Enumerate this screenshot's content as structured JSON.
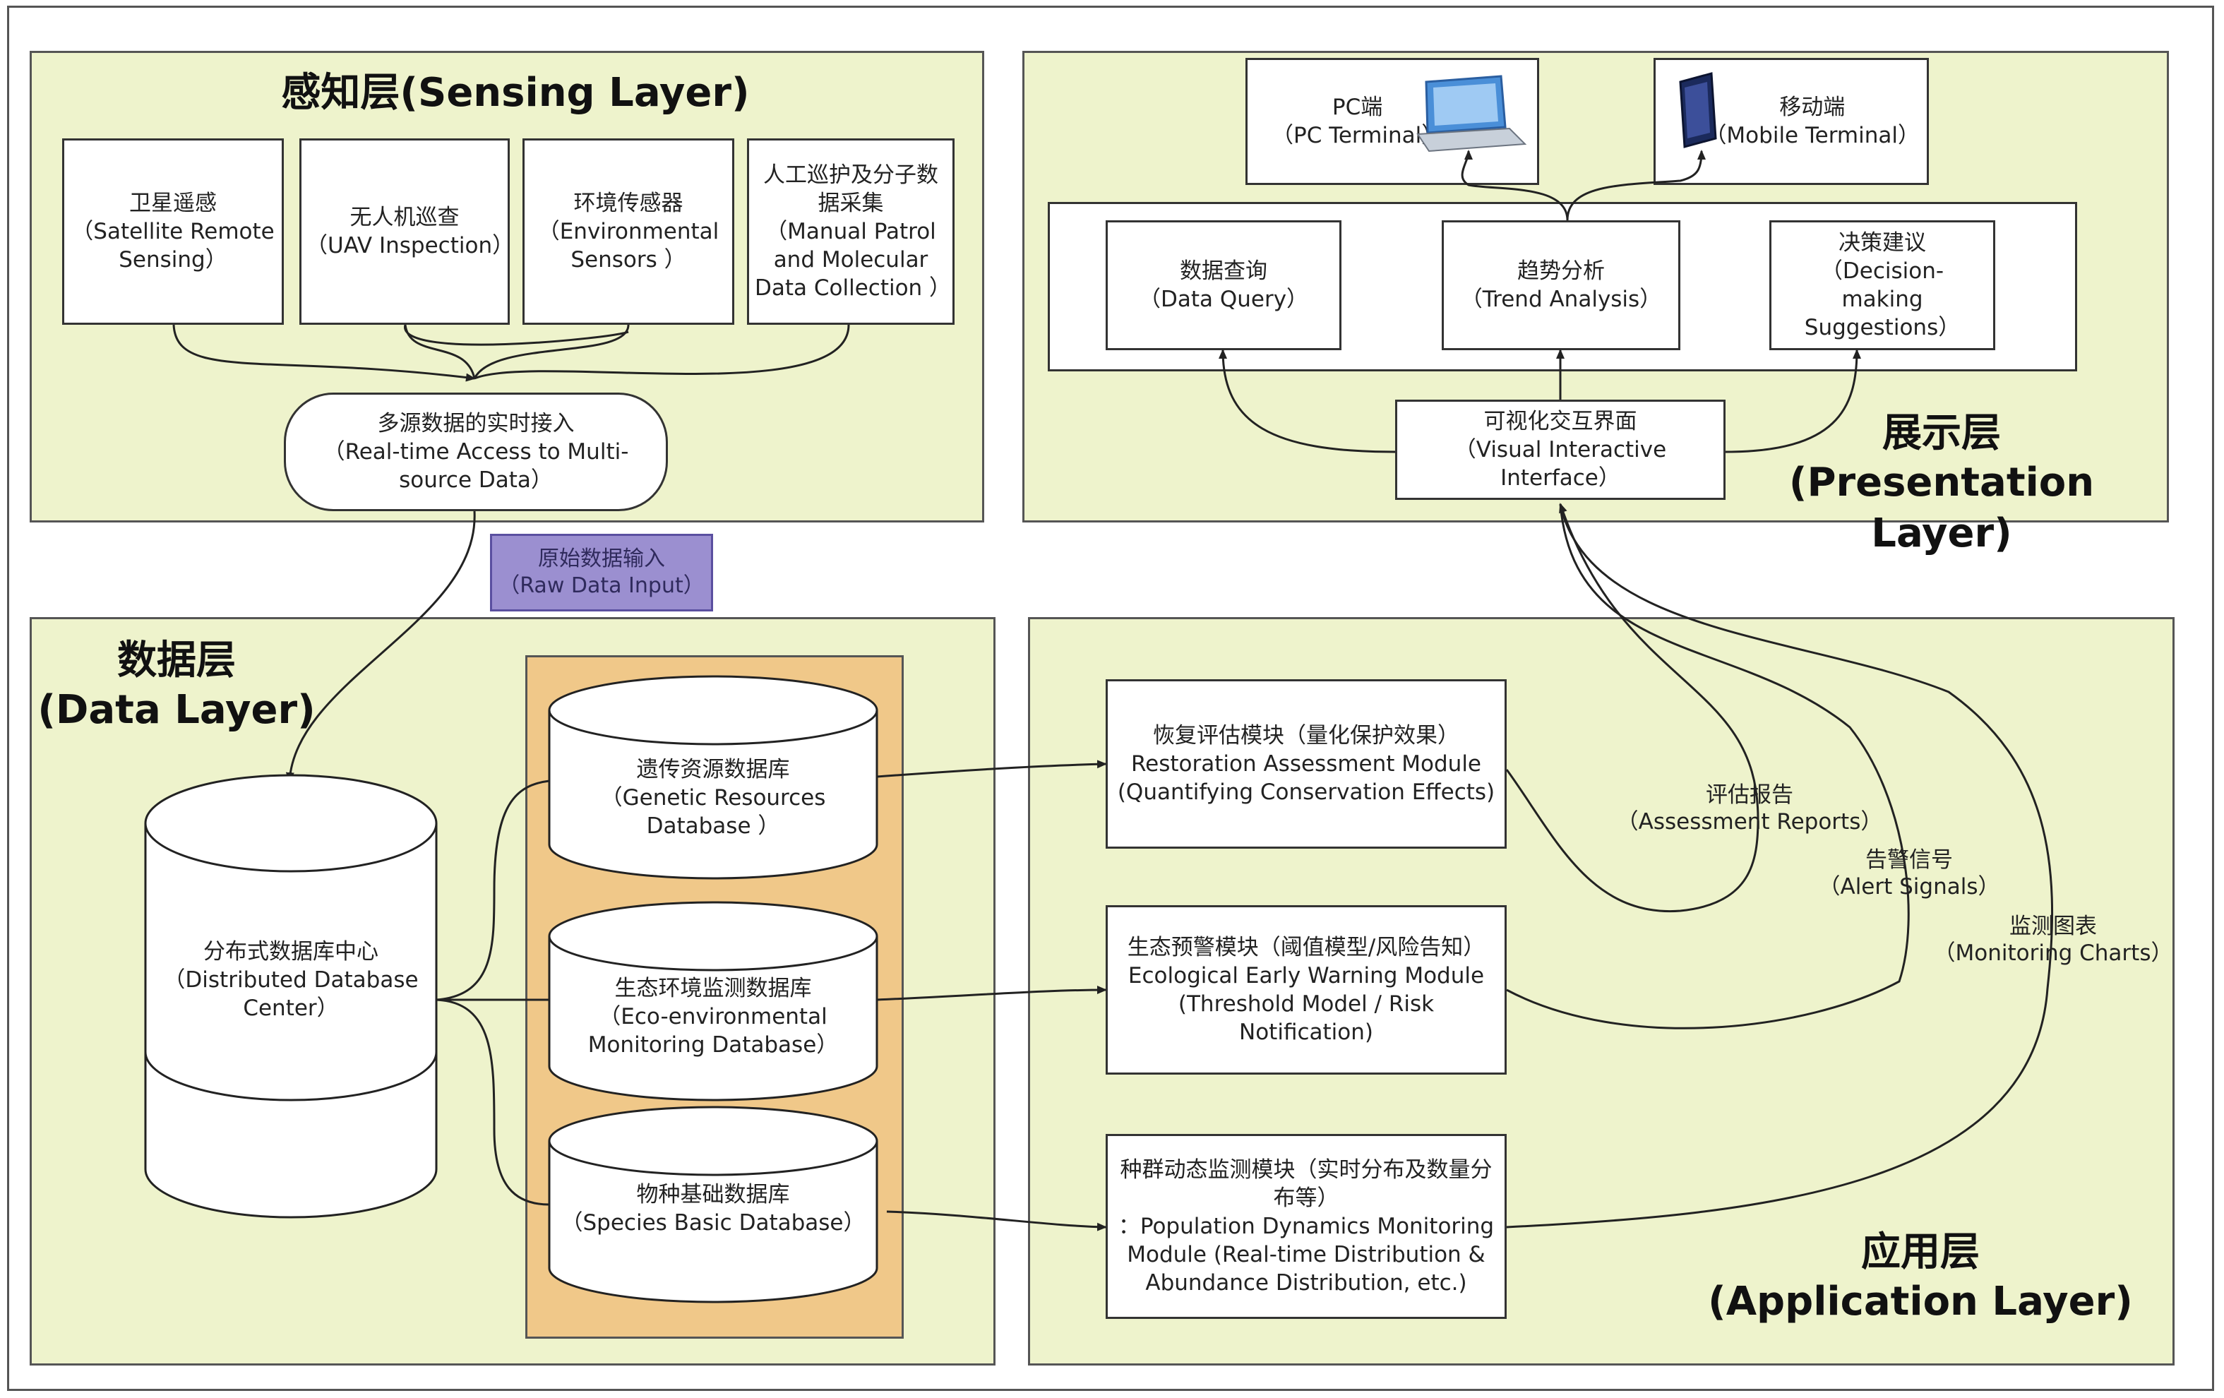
{
  "sensing_layer": {
    "title": "感知层(Sensing Layer)",
    "sources": [
      {
        "zh": "卫星遥感",
        "en": "（Satellite Remote Sensing）"
      },
      {
        "zh": "无人机巡查",
        "en": "（UAV Inspection）"
      },
      {
        "zh": "环境传感器",
        "en": "（Environmental Sensors ）"
      },
      {
        "zh": "人工巡护及分子数据采集",
        "en": "（Manual Patrol and Molecular Data Collection ）"
      }
    ],
    "access": {
      "zh": "多源数据的实时接入",
      "en": "（Real-time Access to Multi-source Data）"
    }
  },
  "raw_input": {
    "zh": "原始数据输入",
    "en": "（Raw Data Input）"
  },
  "data_layer": {
    "title_zh": "数据层",
    "title_en": "(Data Layer)",
    "center": {
      "zh": "分布式数据库中心",
      "en": "（Distributed Database Center）"
    },
    "databases": [
      {
        "zh": "遗传资源数据库",
        "en": "（Genetic Resources Database ）"
      },
      {
        "zh": "生态环境监测数据库",
        "en": "（Eco-environmental Monitoring Database）"
      },
      {
        "zh": "物种基础数据库",
        "en": "（Species Basic Database）"
      }
    ]
  },
  "application_layer": {
    "title_zh": "应用层",
    "title_en": "(Application Layer)",
    "modules": [
      {
        "zh": "恢复评估模块（量化保护效果）",
        "en": "Restoration Assessment Module (Quantifying Conservation Effects)"
      },
      {
        "zh": "生态预警模块（阈值模型/风险告知）",
        "en": "Ecological Early Warning Module (Threshold Model / Risk Notification)"
      },
      {
        "zh": "种群动态监测模块（实时分布及数量分布等）",
        "en": "：Population Dynamics Monitoring Module (Real-time Distribution & Abundance Distribution, etc.)"
      }
    ],
    "outputs": [
      {
        "zh": "评估报告",
        "en": "（Assessment Reports）"
      },
      {
        "zh": "告警信号",
        "en": "（Alert Signals）"
      },
      {
        "zh": "监测图表",
        "en": "（Monitoring Charts）"
      }
    ]
  },
  "presentation_layer": {
    "title_zh": "展示层",
    "title_en": "(Presentation Layer)",
    "terminals": [
      {
        "zh": "PC端",
        "en": "（PC Terminal）",
        "icon": "laptop-icon"
      },
      {
        "zh": "移动端",
        "en": "（Mobile Terminal）",
        "icon": "mobile-icon"
      }
    ],
    "functions": [
      {
        "zh": "数据查询",
        "en": "（Data Query）"
      },
      {
        "zh": "趋势分析",
        "en": "（Trend Analysis）"
      },
      {
        "zh": "决策建议",
        "en": "（Decision-making Suggestions）"
      }
    ],
    "interface": {
      "zh": "可视化交互界面",
      "en": "（Visual Interactive Interface）"
    }
  },
  "colors": {
    "layer_bg": "#eef3cc",
    "db_group_bg": "#f0c889",
    "raw_input_bg": "#9b8fd0"
  }
}
